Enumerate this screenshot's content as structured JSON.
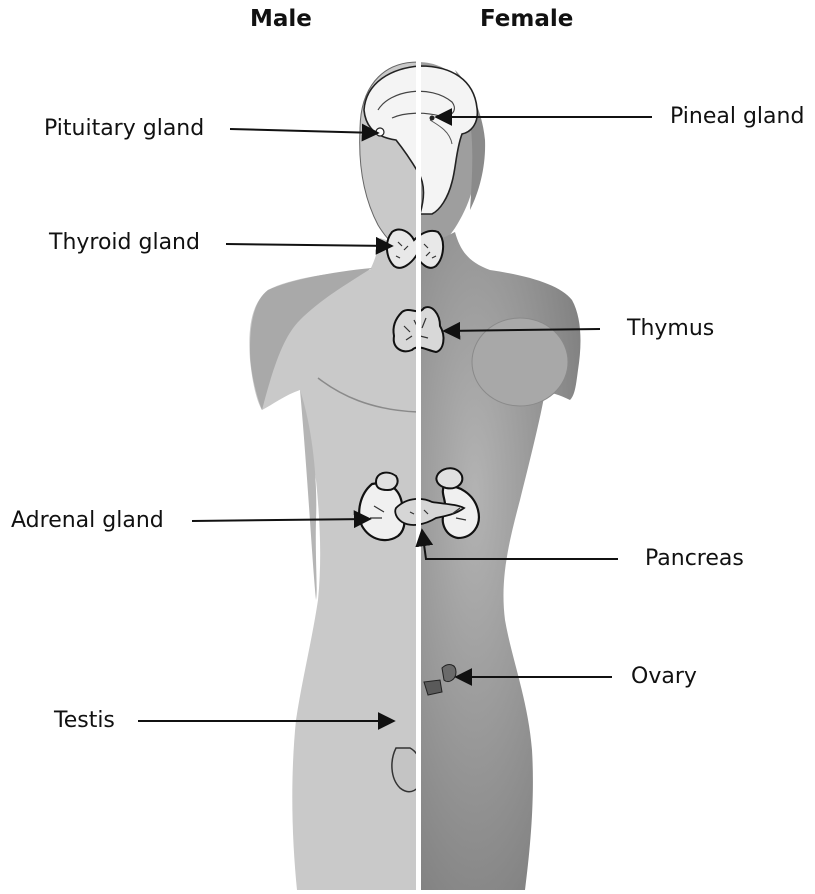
{
  "headers": {
    "male": "Male",
    "female": "Female"
  },
  "labels": {
    "pituitary": "Pituitary gland",
    "pineal": "Pineal gland",
    "thyroid": "Thyroid gland",
    "thymus": "Thymus",
    "adrenal": "Adrenal gland",
    "pancreas": "Pancreas",
    "ovary": "Ovary",
    "testis": "Testis"
  },
  "colors": {
    "male_body": "#c9c9c9",
    "male_shade": "#a8a8a8",
    "female_body": "#9a9a9a",
    "female_shade": "#7d7d7d",
    "divider": "#ffffff",
    "organ_stroke": "#111111",
    "arrow": "#111111"
  }
}
